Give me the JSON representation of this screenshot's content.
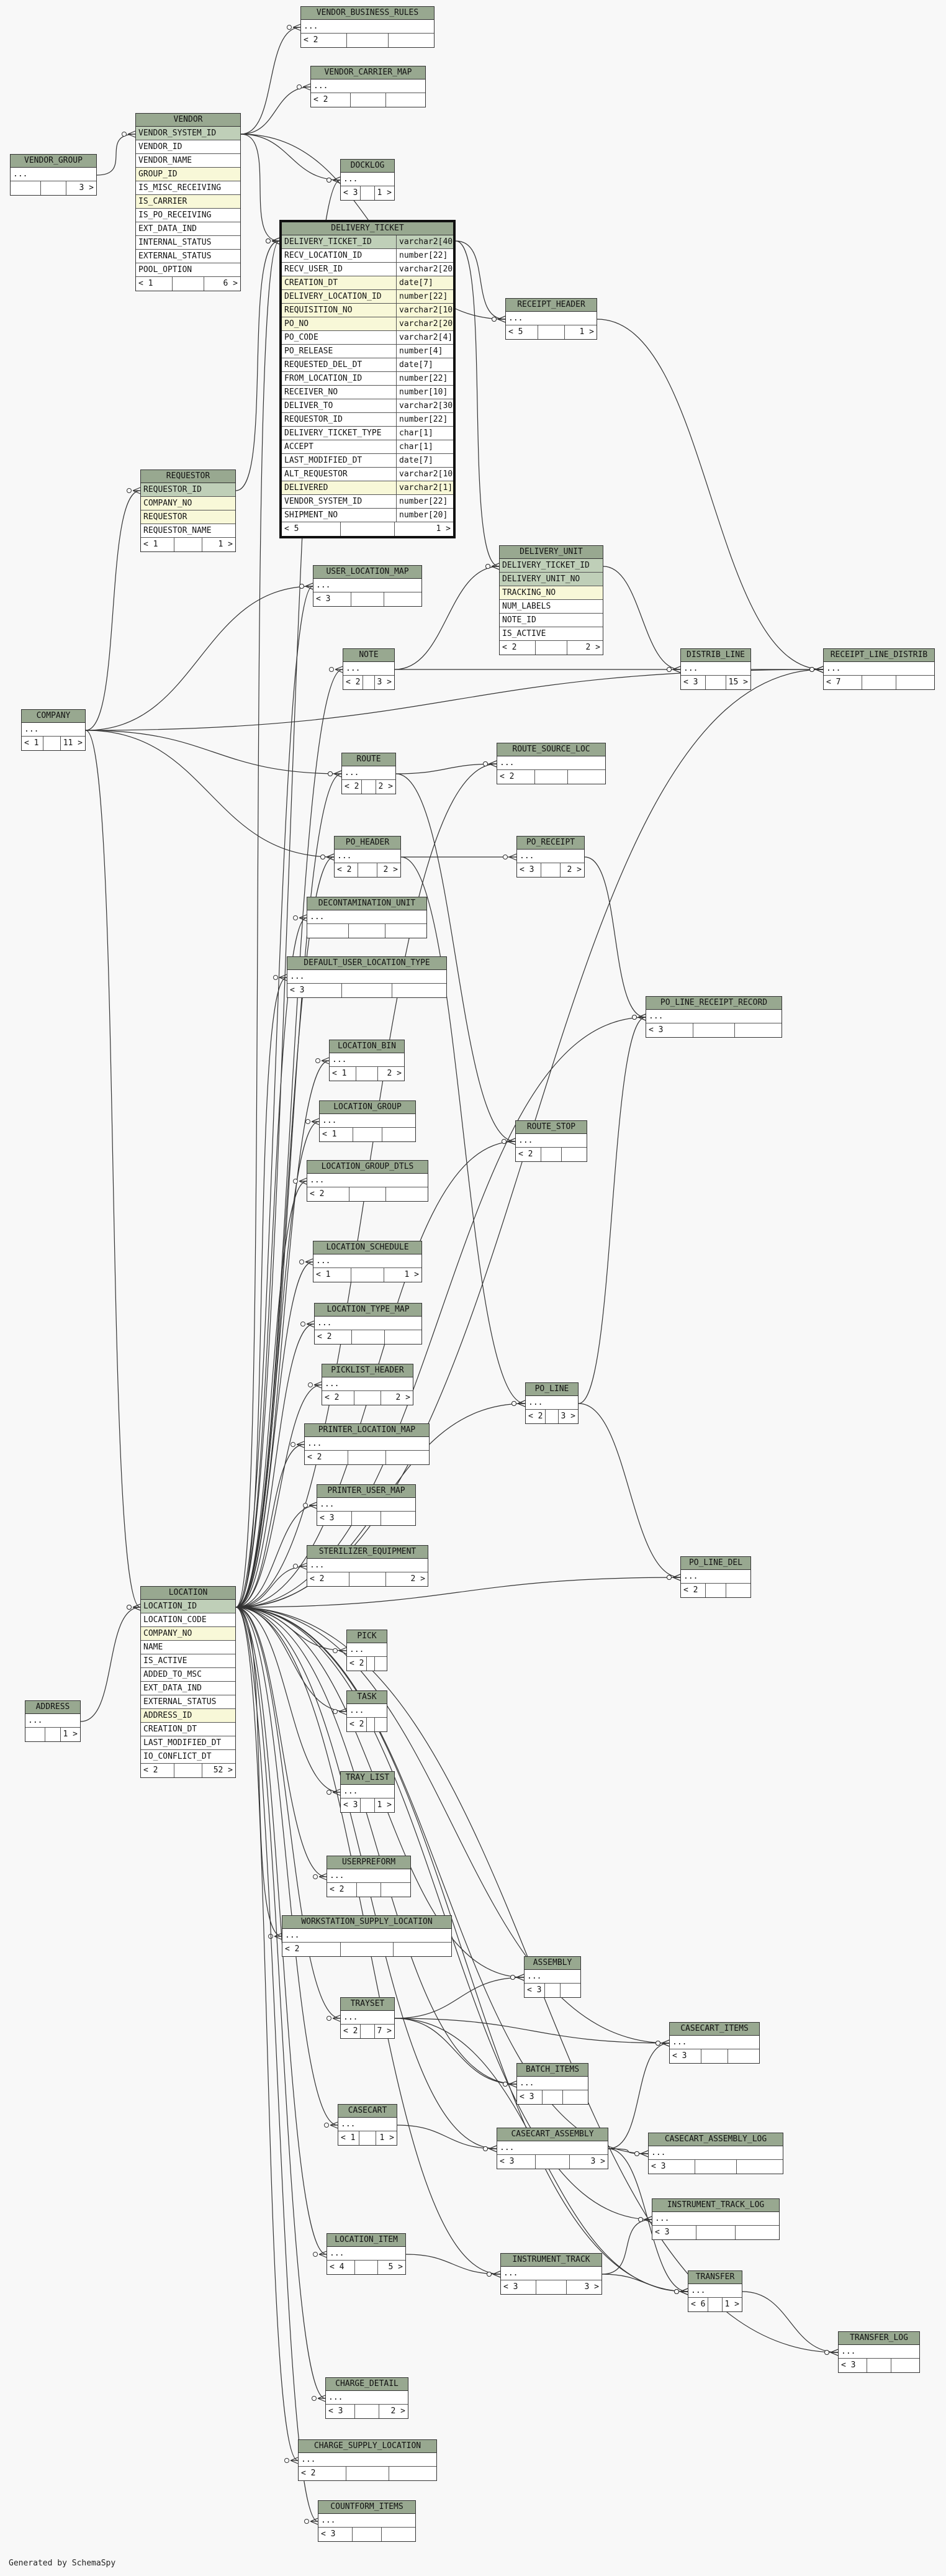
{
  "generated_by": "Generated by SchemaSpy",
  "tables": [
    {
      "id": "vendor_business_rules",
      "title": "VENDOR_BUSINESS_RULES",
      "rows": [
        {
          "n": "..."
        }
      ],
      "footer": {
        "left": "< 2",
        "right": ""
      }
    },
    {
      "id": "vendor_carrier_map",
      "title": "VENDOR_CARRIER_MAP",
      "rows": [
        {
          "n": "..."
        }
      ],
      "footer": {
        "left": "< 2",
        "right": ""
      }
    },
    {
      "id": "vendor_group",
      "title": "VENDOR_GROUP",
      "rows": [
        {
          "n": "..."
        }
      ],
      "footer": {
        "left": "",
        "right": "3 >"
      }
    },
    {
      "id": "vendor",
      "title": "VENDOR",
      "rows": [
        {
          "n": "VENDOR_SYSTEM_ID",
          "k": "pk"
        },
        {
          "n": "VENDOR_ID"
        },
        {
          "n": "VENDOR_NAME"
        },
        {
          "n": "GROUP_ID",
          "k": "fk"
        },
        {
          "n": "IS_MISC_RECEIVING"
        },
        {
          "n": "IS_CARRIER",
          "k": "fk"
        },
        {
          "n": "IS_PO_RECEIVING"
        },
        {
          "n": "EXT_DATA_IND"
        },
        {
          "n": "INTERNAL_STATUS"
        },
        {
          "n": "EXTERNAL_STATUS"
        },
        {
          "n": "POOL_OPTION"
        }
      ],
      "footer": {
        "left": "< 1",
        "right": "6 >"
      }
    },
    {
      "id": "docklog",
      "title": "DOCKLOG",
      "rows": [
        {
          "n": "..."
        }
      ],
      "footer": {
        "left": "< 3",
        "right": "1 >"
      }
    },
    {
      "id": "delivery_ticket",
      "title": "DELIVERY_TICKET",
      "focus": true,
      "rows": [
        {
          "n": "DELIVERY_TICKET_ID",
          "t": "varchar2[40]",
          "k": "pk"
        },
        {
          "n": "RECV_LOCATION_ID",
          "t": "number[22]"
        },
        {
          "n": "RECV_USER_ID",
          "t": "varchar2[20]"
        },
        {
          "n": "CREATION_DT",
          "t": "date[7]",
          "k": "fk"
        },
        {
          "n": "DELIVERY_LOCATION_ID",
          "t": "number[22]",
          "k": "fk"
        },
        {
          "n": "REQUISITION_NO",
          "t": "varchar2[10]",
          "k": "fk"
        },
        {
          "n": "PO_NO",
          "t": "varchar2[20]",
          "k": "fk"
        },
        {
          "n": "PO_CODE",
          "t": "varchar2[4]"
        },
        {
          "n": "PO_RELEASE",
          "t": "number[4]"
        },
        {
          "n": "REQUESTED_DEL_DT",
          "t": "date[7]"
        },
        {
          "n": "FROM_LOCATION_ID",
          "t": "number[22]"
        },
        {
          "n": "RECEIVER_NO",
          "t": "number[10]"
        },
        {
          "n": "DELIVER_TO",
          "t": "varchar2[30]"
        },
        {
          "n": "REQUESTOR_ID",
          "t": "number[22]"
        },
        {
          "n": "DELIVERY_TICKET_TYPE",
          "t": "char[1]"
        },
        {
          "n": "ACCEPT",
          "t": "char[1]"
        },
        {
          "n": "LAST_MODIFIED_DT",
          "t": "date[7]"
        },
        {
          "n": "ALT_REQUESTOR",
          "t": "varchar2[10]"
        },
        {
          "n": "DELIVERED",
          "t": "varchar2[1]",
          "k": "fk"
        },
        {
          "n": "VENDOR_SYSTEM_ID",
          "t": "number[22]"
        },
        {
          "n": "SHIPMENT_NO",
          "t": "number[20]"
        }
      ],
      "footer": {
        "left": "< 5",
        "right": "1 >"
      }
    },
    {
      "id": "receipt_header",
      "title": "RECEIPT_HEADER",
      "rows": [
        {
          "n": "..."
        }
      ],
      "footer": {
        "left": "< 5",
        "right": "1 >"
      }
    },
    {
      "id": "requestor",
      "title": "REQUESTOR",
      "rows": [
        {
          "n": "REQUESTOR_ID",
          "k": "pk"
        },
        {
          "n": "COMPANY_NO",
          "k": "fk"
        },
        {
          "n": "REQUESTOR",
          "k": "fk"
        },
        {
          "n": "REQUESTOR_NAME"
        }
      ],
      "footer": {
        "left": "< 1",
        "right": "1 >"
      }
    },
    {
      "id": "user_location_map",
      "title": "USER_LOCATION_MAP",
      "rows": [
        {
          "n": "..."
        }
      ],
      "footer": {
        "left": "< 3",
        "right": ""
      }
    },
    {
      "id": "delivery_unit",
      "title": "DELIVERY_UNIT",
      "rows": [
        {
          "n": "DELIVERY_TICKET_ID",
          "k": "pk"
        },
        {
          "n": "DELIVERY_UNIT_NO",
          "k": "pk"
        },
        {
          "n": "TRACKING_NO",
          "k": "fk"
        },
        {
          "n": "NUM_LABELS"
        },
        {
          "n": "NOTE_ID"
        },
        {
          "n": "IS_ACTIVE"
        }
      ],
      "footer": {
        "left": "< 2",
        "right": "2 >"
      }
    },
    {
      "id": "note",
      "title": "NOTE",
      "rows": [
        {
          "n": "..."
        }
      ],
      "footer": {
        "left": "< 2",
        "right": "3 >"
      }
    },
    {
      "id": "distrib_line",
      "title": "DISTRIB_LINE",
      "rows": [
        {
          "n": "..."
        }
      ],
      "footer": {
        "left": "< 3",
        "right": "15 >"
      }
    },
    {
      "id": "receipt_line_distrib",
      "title": "RECEIPT_LINE_DISTRIB",
      "rows": [
        {
          "n": "..."
        }
      ],
      "footer": {
        "left": "< 7",
        "right": ""
      }
    },
    {
      "id": "company",
      "title": "COMPANY",
      "rows": [
        {
          "n": "..."
        }
      ],
      "footer": {
        "left": "< 1",
        "right": "11 >"
      }
    },
    {
      "id": "route",
      "title": "ROUTE",
      "rows": [
        {
          "n": "..."
        }
      ],
      "footer": {
        "left": "< 2",
        "right": "2 >"
      }
    },
    {
      "id": "route_source_loc",
      "title": "ROUTE_SOURCE_LOC",
      "rows": [
        {
          "n": "..."
        }
      ],
      "footer": {
        "left": "< 2",
        "right": ""
      }
    },
    {
      "id": "po_header",
      "title": "PO_HEADER",
      "rows": [
        {
          "n": "..."
        }
      ],
      "footer": {
        "left": "< 2",
        "right": "2 >"
      }
    },
    {
      "id": "po_receipt",
      "title": "PO_RECEIPT",
      "rows": [
        {
          "n": "..."
        }
      ],
      "footer": {
        "left": "< 3",
        "right": "2 >"
      }
    },
    {
      "id": "decontamination_unit",
      "title": "DECONTAMINATION_UNIT",
      "rows": [
        {
          "n": "..."
        }
      ],
      "footer": {
        "left": "",
        "right": ""
      }
    },
    {
      "id": "default_user_location_type",
      "title": "DEFAULT_USER_LOCATION_TYPE",
      "rows": [
        {
          "n": "..."
        }
      ],
      "footer": {
        "left": "< 3",
        "right": ""
      }
    },
    {
      "id": "po_line_receipt_record",
      "title": "PO_LINE_RECEIPT_RECORD",
      "rows": [
        {
          "n": "..."
        }
      ],
      "footer": {
        "left": "< 3",
        "right": ""
      }
    },
    {
      "id": "location_bin",
      "title": "LOCATION_BIN",
      "rows": [
        {
          "n": "..."
        }
      ],
      "footer": {
        "left": "< 1",
        "right": "2 >"
      }
    },
    {
      "id": "location_group",
      "title": "LOCATION_GROUP",
      "rows": [
        {
          "n": "..."
        }
      ],
      "footer": {
        "left": "< 1",
        "right": ""
      }
    },
    {
      "id": "route_stop",
      "title": "ROUTE_STOP",
      "rows": [
        {
          "n": "..."
        }
      ],
      "footer": {
        "left": "< 2",
        "right": ""
      }
    },
    {
      "id": "location_group_dtls",
      "title": "LOCATION_GROUP_DTLS",
      "rows": [
        {
          "n": "..."
        }
      ],
      "footer": {
        "left": "< 2",
        "right": ""
      }
    },
    {
      "id": "location_schedule",
      "title": "LOCATION_SCHEDULE",
      "rows": [
        {
          "n": "..."
        }
      ],
      "footer": {
        "left": "< 1",
        "right": "1 >"
      }
    },
    {
      "id": "location_type_map",
      "title": "LOCATION_TYPE_MAP",
      "rows": [
        {
          "n": "..."
        }
      ],
      "footer": {
        "left": "< 2",
        "right": ""
      }
    },
    {
      "id": "picklist_header",
      "title": "PICKLIST_HEADER",
      "rows": [
        {
          "n": "..."
        }
      ],
      "footer": {
        "left": "< 2",
        "right": "2 >"
      }
    },
    {
      "id": "po_line",
      "title": "PO_LINE",
      "rows": [
        {
          "n": "..."
        }
      ],
      "footer": {
        "left": "< 2",
        "right": "3 >"
      }
    },
    {
      "id": "printer_location_map",
      "title": "PRINTER_LOCATION_MAP",
      "rows": [
        {
          "n": "..."
        }
      ],
      "footer": {
        "left": "< 2",
        "right": ""
      }
    },
    {
      "id": "printer_user_map",
      "title": "PRINTER_USER_MAP",
      "rows": [
        {
          "n": "..."
        }
      ],
      "footer": {
        "left": "< 3",
        "right": ""
      }
    },
    {
      "id": "sterilizer_equipment",
      "title": "STERILIZER_EQUIPMENT",
      "rows": [
        {
          "n": "..."
        }
      ],
      "footer": {
        "left": "< 2",
        "right": "2 >"
      }
    },
    {
      "id": "po_line_del",
      "title": "PO_LINE_DEL",
      "rows": [
        {
          "n": "..."
        }
      ],
      "footer": {
        "left": "< 2",
        "right": ""
      }
    },
    {
      "id": "location",
      "title": "LOCATION",
      "rows": [
        {
          "n": "LOCATION_ID",
          "k": "pk"
        },
        {
          "n": "LOCATION_CODE"
        },
        {
          "n": "COMPANY_NO",
          "k": "fk"
        },
        {
          "n": "NAME"
        },
        {
          "n": "IS_ACTIVE"
        },
        {
          "n": "ADDED_TO_MSC"
        },
        {
          "n": "EXT_DATA_IND"
        },
        {
          "n": "EXTERNAL_STATUS"
        },
        {
          "n": "ADDRESS_ID",
          "k": "fk"
        },
        {
          "n": "CREATION_DT"
        },
        {
          "n": "LAST_MODIFIED_DT"
        },
        {
          "n": "IO_CONFLICT_DT"
        }
      ],
      "footer": {
        "left": "< 2",
        "right": "52 >"
      }
    },
    {
      "id": "pick",
      "title": "PICK",
      "rows": [
        {
          "n": "..."
        }
      ],
      "footer": {
        "left": "< 2",
        "right": ""
      }
    },
    {
      "id": "address",
      "title": "ADDRESS",
      "rows": [
        {
          "n": "..."
        }
      ],
      "footer": {
        "left": "",
        "right": "1 >"
      }
    },
    {
      "id": "task",
      "title": "TASK",
      "rows": [
        {
          "n": "..."
        }
      ],
      "footer": {
        "left": "< 2",
        "right": ""
      }
    },
    {
      "id": "tray_list",
      "title": "TRAY_LIST",
      "rows": [
        {
          "n": "..."
        }
      ],
      "footer": {
        "left": "< 3",
        "right": "1 >"
      }
    },
    {
      "id": "userpreform",
      "title": "USERPREFORM",
      "rows": [
        {
          "n": "..."
        }
      ],
      "footer": {
        "left": "< 2",
        "right": ""
      }
    },
    {
      "id": "workstation_supply_location",
      "title": "WORKSTATION_SUPPLY_LOCATION",
      "rows": [
        {
          "n": "..."
        }
      ],
      "footer": {
        "left": "< 2",
        "right": ""
      }
    },
    {
      "id": "assembly",
      "title": "ASSEMBLY",
      "rows": [
        {
          "n": "..."
        }
      ],
      "footer": {
        "left": "< 3",
        "right": ""
      }
    },
    {
      "id": "trayset",
      "title": "TRAYSET",
      "rows": [
        {
          "n": "..."
        }
      ],
      "footer": {
        "left": "< 2",
        "right": "7 >"
      }
    },
    {
      "id": "casecart_items",
      "title": "CASECART_ITEMS",
      "rows": [
        {
          "n": "..."
        }
      ],
      "footer": {
        "left": "< 3",
        "right": ""
      }
    },
    {
      "id": "batch_items",
      "title": "BATCH_ITEMS",
      "rows": [
        {
          "n": "..."
        }
      ],
      "footer": {
        "left": "< 3",
        "right": ""
      }
    },
    {
      "id": "casecart",
      "title": "CASECART",
      "rows": [
        {
          "n": "..."
        }
      ],
      "footer": {
        "left": "< 1",
        "right": "1 >"
      }
    },
    {
      "id": "casecart_assembly",
      "title": "CASECART_ASSEMBLY",
      "rows": [
        {
          "n": "..."
        }
      ],
      "footer": {
        "left": "< 3",
        "right": "3 >"
      }
    },
    {
      "id": "casecart_assembly_log",
      "title": "CASECART_ASSEMBLY_LOG",
      "rows": [
        {
          "n": "..."
        }
      ],
      "footer": {
        "left": "< 3",
        "right": ""
      }
    },
    {
      "id": "instrument_track_log",
      "title": "INSTRUMENT_TRACK_LOG",
      "rows": [
        {
          "n": "..."
        }
      ],
      "footer": {
        "left": "< 3",
        "right": ""
      }
    },
    {
      "id": "location_item",
      "title": "LOCATION_ITEM",
      "rows": [
        {
          "n": "..."
        }
      ],
      "footer": {
        "left": "< 4",
        "right": "5 >"
      }
    },
    {
      "id": "instrument_track",
      "title": "INSTRUMENT_TRACK",
      "rows": [
        {
          "n": "..."
        }
      ],
      "footer": {
        "left": "< 3",
        "right": "3 >"
      }
    },
    {
      "id": "transfer",
      "title": "TRANSFER",
      "rows": [
        {
          "n": "..."
        }
      ],
      "footer": {
        "left": "< 6",
        "right": "1 >"
      }
    },
    {
      "id": "transfer_log",
      "title": "TRANSFER_LOG",
      "rows": [
        {
          "n": "..."
        }
      ],
      "footer": {
        "left": "< 3",
        "right": ""
      }
    },
    {
      "id": "charge_detail",
      "title": "CHARGE_DETAIL",
      "rows": [
        {
          "n": "..."
        }
      ],
      "footer": {
        "left": "< 3",
        "right": "2 >"
      }
    },
    {
      "id": "charge_supply_location",
      "title": "CHARGE_SUPPLY_LOCATION",
      "rows": [
        {
          "n": "..."
        }
      ],
      "footer": {
        "left": "< 2",
        "right": ""
      }
    },
    {
      "id": "countform_items",
      "title": "COUNTFORM_ITEMS",
      "rows": [
        {
          "n": "..."
        }
      ],
      "footer": {
        "left": "< 3",
        "right": ""
      }
    }
  ],
  "relationships": [
    [
      "vendor",
      "vendor_business_rules"
    ],
    [
      "vendor",
      "vendor_carrier_map"
    ],
    [
      "vendor_group",
      "vendor"
    ],
    [
      "vendor",
      "docklog"
    ],
    [
      "vendor",
      "delivery_ticket"
    ],
    [
      "vendor",
      "receipt_header"
    ],
    [
      "delivery_ticket",
      "receipt_header"
    ],
    [
      "delivery_ticket",
      "delivery_unit"
    ],
    [
      "requestor",
      "delivery_ticket"
    ],
    [
      "company",
      "requestor"
    ],
    [
      "company",
      "user_location_map"
    ],
    [
      "note",
      "delivery_unit"
    ],
    [
      "delivery_unit",
      "distrib_line"
    ],
    [
      "note",
      "distrib_line"
    ],
    [
      "distrib_line",
      "receipt_line_distrib"
    ],
    [
      "receipt_header",
      "receipt_line_distrib"
    ],
    [
      "company",
      "receipt_line_distrib"
    ],
    [
      "company",
      "route"
    ],
    [
      "route",
      "route_source_loc"
    ],
    [
      "company",
      "po_header"
    ],
    [
      "po_header",
      "po_receipt"
    ],
    [
      "po_header",
      "po_line"
    ],
    [
      "po_receipt",
      "po_line_receipt_record"
    ],
    [
      "po_line",
      "po_line_receipt_record"
    ],
    [
      "po_line",
      "po_line_del"
    ],
    [
      "route",
      "route_stop"
    ],
    [
      "address",
      "location"
    ],
    [
      "location",
      "delivery_ticket"
    ],
    [
      "location",
      "docklog"
    ],
    [
      "location",
      "user_location_map"
    ],
    [
      "location",
      "note"
    ],
    [
      "location",
      "route"
    ],
    [
      "location",
      "route_source_loc"
    ],
    [
      "location",
      "po_header"
    ],
    [
      "location",
      "decontamination_unit"
    ],
    [
      "location",
      "default_user_location_type"
    ],
    [
      "location",
      "location_bin"
    ],
    [
      "location",
      "location_group"
    ],
    [
      "location",
      "location_group_dtls"
    ],
    [
      "location",
      "location_schedule"
    ],
    [
      "location",
      "location_type_map"
    ],
    [
      "location",
      "picklist_header"
    ],
    [
      "location",
      "printer_location_map"
    ],
    [
      "location",
      "printer_user_map"
    ],
    [
      "location",
      "sterilizer_equipment"
    ],
    [
      "location",
      "route_stop"
    ],
    [
      "location",
      "po_line"
    ],
    [
      "location",
      "po_line_del"
    ],
    [
      "location",
      "po_line_receipt_record"
    ],
    [
      "location",
      "receipt_line_distrib"
    ],
    [
      "location",
      "pick"
    ],
    [
      "location",
      "task"
    ],
    [
      "location",
      "tray_list"
    ],
    [
      "location",
      "userpreform"
    ],
    [
      "location",
      "workstation_supply_location"
    ],
    [
      "location",
      "assembly"
    ],
    [
      "location",
      "trayset"
    ],
    [
      "location",
      "casecart_items"
    ],
    [
      "location",
      "batch_items"
    ],
    [
      "location",
      "casecart"
    ],
    [
      "location",
      "casecart_assembly"
    ],
    [
      "location",
      "casecart_assembly_log"
    ],
    [
      "location",
      "instrument_track_log"
    ],
    [
      "location",
      "location_item"
    ],
    [
      "location",
      "instrument_track"
    ],
    [
      "location",
      "transfer"
    ],
    [
      "location",
      "transfer_log"
    ],
    [
      "location",
      "charge_detail"
    ],
    [
      "location",
      "charge_supply_location"
    ],
    [
      "location",
      "countform_items"
    ],
    [
      "trayset",
      "assembly"
    ],
    [
      "trayset",
      "casecart_items"
    ],
    [
      "trayset",
      "batch_items"
    ],
    [
      "trayset",
      "transfer"
    ],
    [
      "casecart",
      "casecart_assembly"
    ],
    [
      "casecart_assembly",
      "casecart_items"
    ],
    [
      "casecart_assembly",
      "casecart_assembly_log"
    ],
    [
      "casecart_assembly",
      "transfer"
    ],
    [
      "location_item",
      "instrument_track"
    ],
    [
      "instrument_track",
      "instrument_track_log"
    ],
    [
      "instrument_track",
      "transfer"
    ],
    [
      "transfer",
      "transfer_log"
    ],
    [
      "company",
      "location"
    ]
  ],
  "colors": {
    "header": "#98a890",
    "pk": "#bfcfb8",
    "fk": "#f8f8d8",
    "edge": "#333333"
  }
}
